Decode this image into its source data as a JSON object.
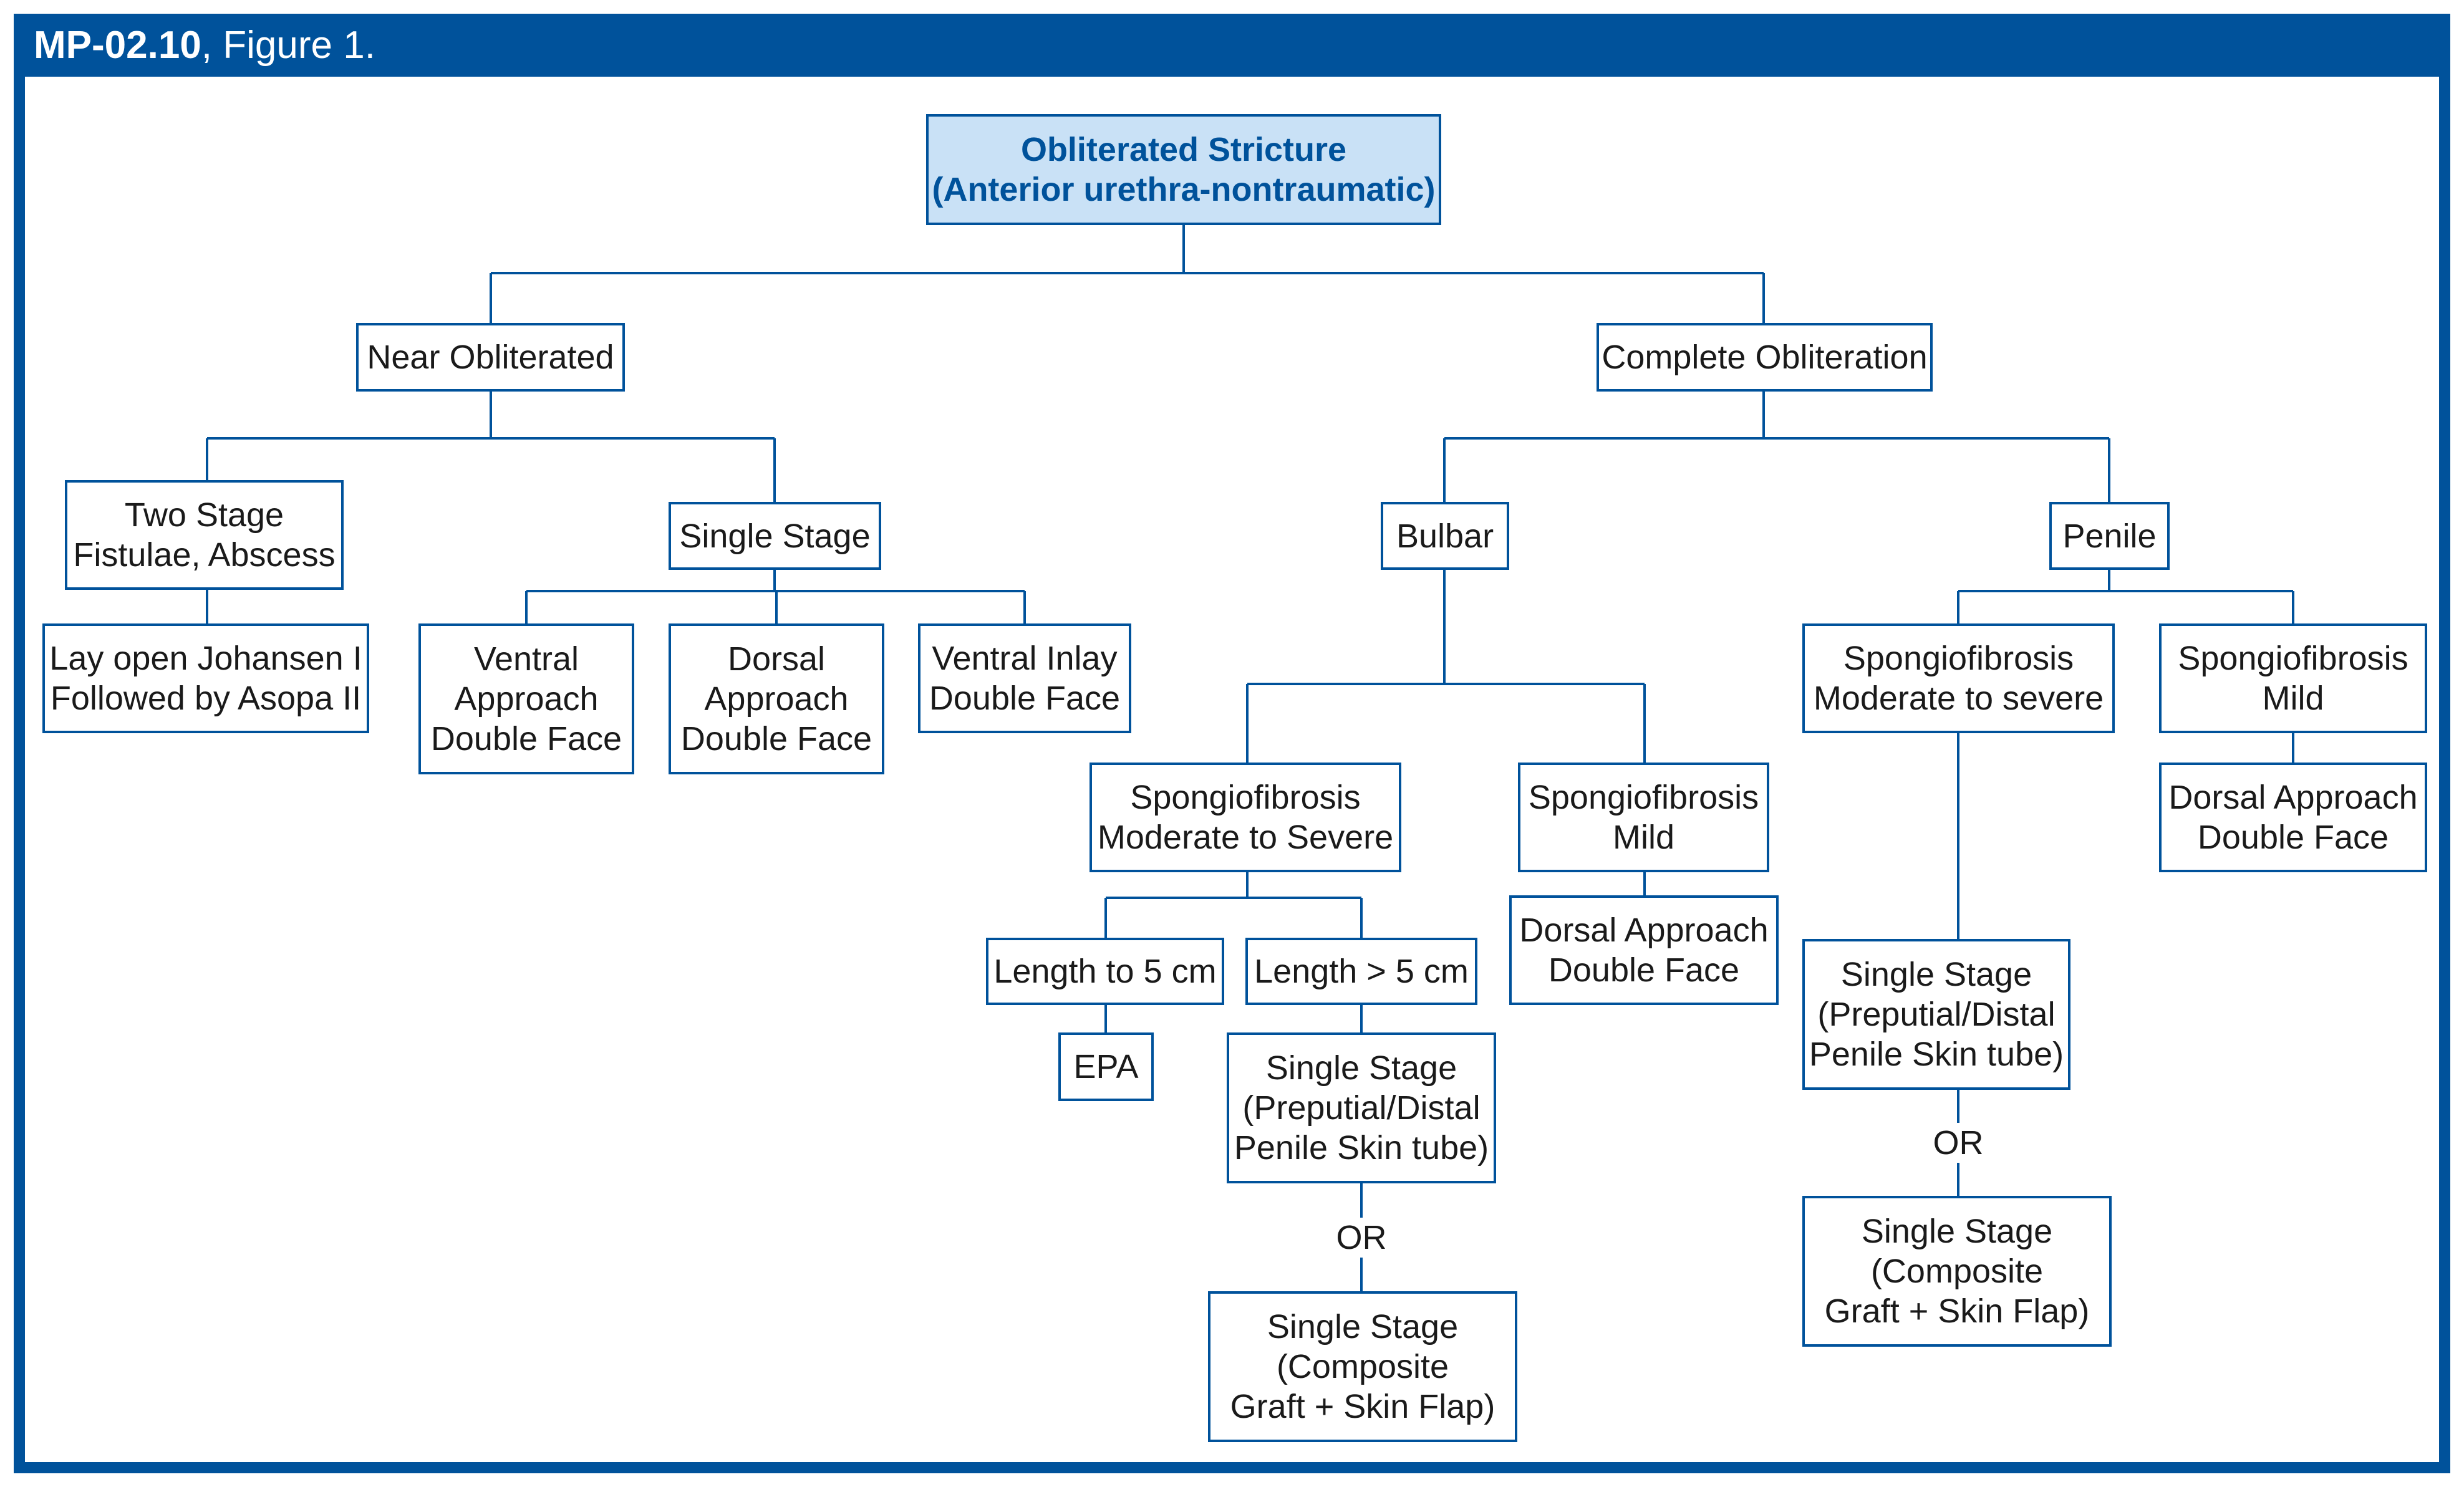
{
  "header": {
    "code": "MP-02.10",
    "subtitle": ", Figure 1."
  },
  "colors": {
    "brand": "#00529b",
    "root_fill": "#c9e1f6",
    "text": "#1a1a1a"
  },
  "nodes": {
    "root": [
      "Obliterated Stricture",
      "(Anterior urethra-nontraumatic)"
    ],
    "near_obliterated": [
      "Near Obliterated"
    ],
    "complete_obliteration": [
      "Complete Obliteration"
    ],
    "two_stage": [
      "Two Stage",
      "Fistulae, Abscess"
    ],
    "single_stage": [
      "Single Stage"
    ],
    "lay_open": [
      "Lay open Johansen I",
      "Followed by Asopa II"
    ],
    "ventral_approach": [
      "Ventral",
      "Approach",
      "Double Face"
    ],
    "dorsal_approach": [
      "Dorsal",
      "Approach",
      "Double Face"
    ],
    "ventral_inlay": [
      "Ventral Inlay",
      "Double Face"
    ],
    "bulbar": [
      "Bulbar"
    ],
    "penile": [
      "Penile"
    ],
    "bulbar_mod_severe": [
      "Spongiofibrosis",
      "Moderate to Severe"
    ],
    "bulbar_mild": [
      "Spongiofibrosis",
      "Mild"
    ],
    "bulbar_mild_dorsal": [
      "Dorsal Approach",
      "Double Face"
    ],
    "length_to_5": [
      "Length to 5 cm"
    ],
    "length_gt_5": [
      "Length > 5 cm"
    ],
    "epa": [
      "EPA"
    ],
    "bulbar_single_preputial": [
      "Single Stage",
      "(Preputial/Distal",
      "Penile Skin tube)"
    ],
    "bulbar_or": [
      "OR"
    ],
    "bulbar_single_composite": [
      "Single Stage",
      "(Composite",
      "Graft + Skin Flap)"
    ],
    "penile_mod_severe": [
      "Spongiofibrosis",
      "Moderate to severe"
    ],
    "penile_mild": [
      "Spongiofibrosis",
      "Mild"
    ],
    "penile_mild_dorsal": [
      "Dorsal Approach",
      "Double Face"
    ],
    "penile_single_preputial": [
      "Single Stage",
      "(Preputial/Distal",
      "Penile Skin tube)"
    ],
    "penile_or": [
      "OR"
    ],
    "penile_single_composite": [
      "Single Stage",
      "(Composite",
      "Graft + Skin Flap)"
    ]
  },
  "edges": [
    [
      "root",
      "near_obliterated"
    ],
    [
      "root",
      "complete_obliteration"
    ],
    [
      "near_obliterated",
      "two_stage"
    ],
    [
      "near_obliterated",
      "single_stage"
    ],
    [
      "two_stage",
      "lay_open"
    ],
    [
      "single_stage",
      "ventral_approach"
    ],
    [
      "single_stage",
      "dorsal_approach"
    ],
    [
      "single_stage",
      "ventral_inlay"
    ],
    [
      "complete_obliteration",
      "bulbar"
    ],
    [
      "complete_obliteration",
      "penile"
    ],
    [
      "bulbar",
      "bulbar_mod_severe"
    ],
    [
      "bulbar",
      "bulbar_mild"
    ],
    [
      "bulbar_mild",
      "bulbar_mild_dorsal"
    ],
    [
      "bulbar_mod_severe",
      "length_to_5"
    ],
    [
      "bulbar_mod_severe",
      "length_gt_5"
    ],
    [
      "length_to_5",
      "epa"
    ],
    [
      "length_gt_5",
      "bulbar_single_preputial"
    ],
    [
      "bulbar_single_preputial",
      "bulbar_single_composite"
    ],
    [
      "penile",
      "penile_mod_severe"
    ],
    [
      "penile",
      "penile_mild"
    ],
    [
      "penile_mild",
      "penile_mild_dorsal"
    ],
    [
      "penile_mod_severe",
      "penile_single_preputial"
    ],
    [
      "penile_single_preputial",
      "penile_single_composite"
    ]
  ]
}
